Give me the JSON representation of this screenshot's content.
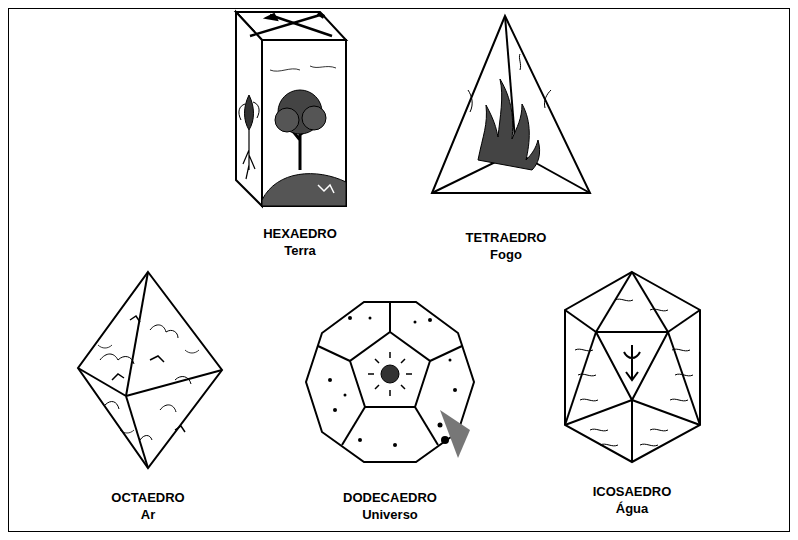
{
  "diagram": {
    "labels": [
      "HEXAEDRO",
      "Terra",
      "TETRAEDRO",
      "Fogo",
      "OCTAEDRO",
      "Ar",
      "DODECAEDRO",
      "Universo",
      "ICOSAEDRO",
      "Água"
    ]
  }
}
